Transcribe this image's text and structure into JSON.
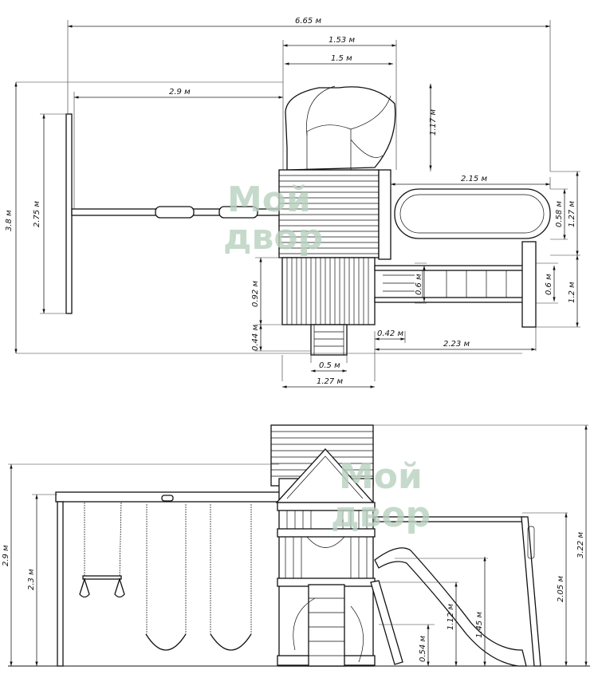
{
  "watermark": {
    "line1": "Мой",
    "line2": "двор",
    "color": "#b9d1c0"
  },
  "top_view": {
    "total_width": "6.65 м",
    "tower_slide_width_outer": "1.53 м",
    "tower_slide_width_inner": "1.5 м",
    "swing_beam_length": "2.9 м",
    "spiral_slide_depth": "1.17 м",
    "total_depth": "3.8 м",
    "swing_frame_depth": "2.75 м",
    "wave_slide_length": "2.15 м",
    "wave_slide_width": "0.58 м",
    "right_depth": "1.27 м",
    "deck_depth": "0.92 м",
    "ladder_width_left": "0.6 м",
    "ladder_width_right": "0.6 м",
    "monkey_bars_width": "1.2 м",
    "steps_depth": "0.44 м",
    "offset": "0.42 м",
    "monkey_bars_length": "2.23 м",
    "steps_width": "0.5 м",
    "tower_width": "1.27 м"
  },
  "side_view": {
    "swing_height_total": "2.9 м",
    "swing_beam_height": "2.3 м",
    "total_height": "3.22 м",
    "monkey_bars_height": "2.05 м",
    "deck_height_low": "1.12 м",
    "deck_height_high": "1.45 м",
    "step_height": "0.54 м"
  }
}
